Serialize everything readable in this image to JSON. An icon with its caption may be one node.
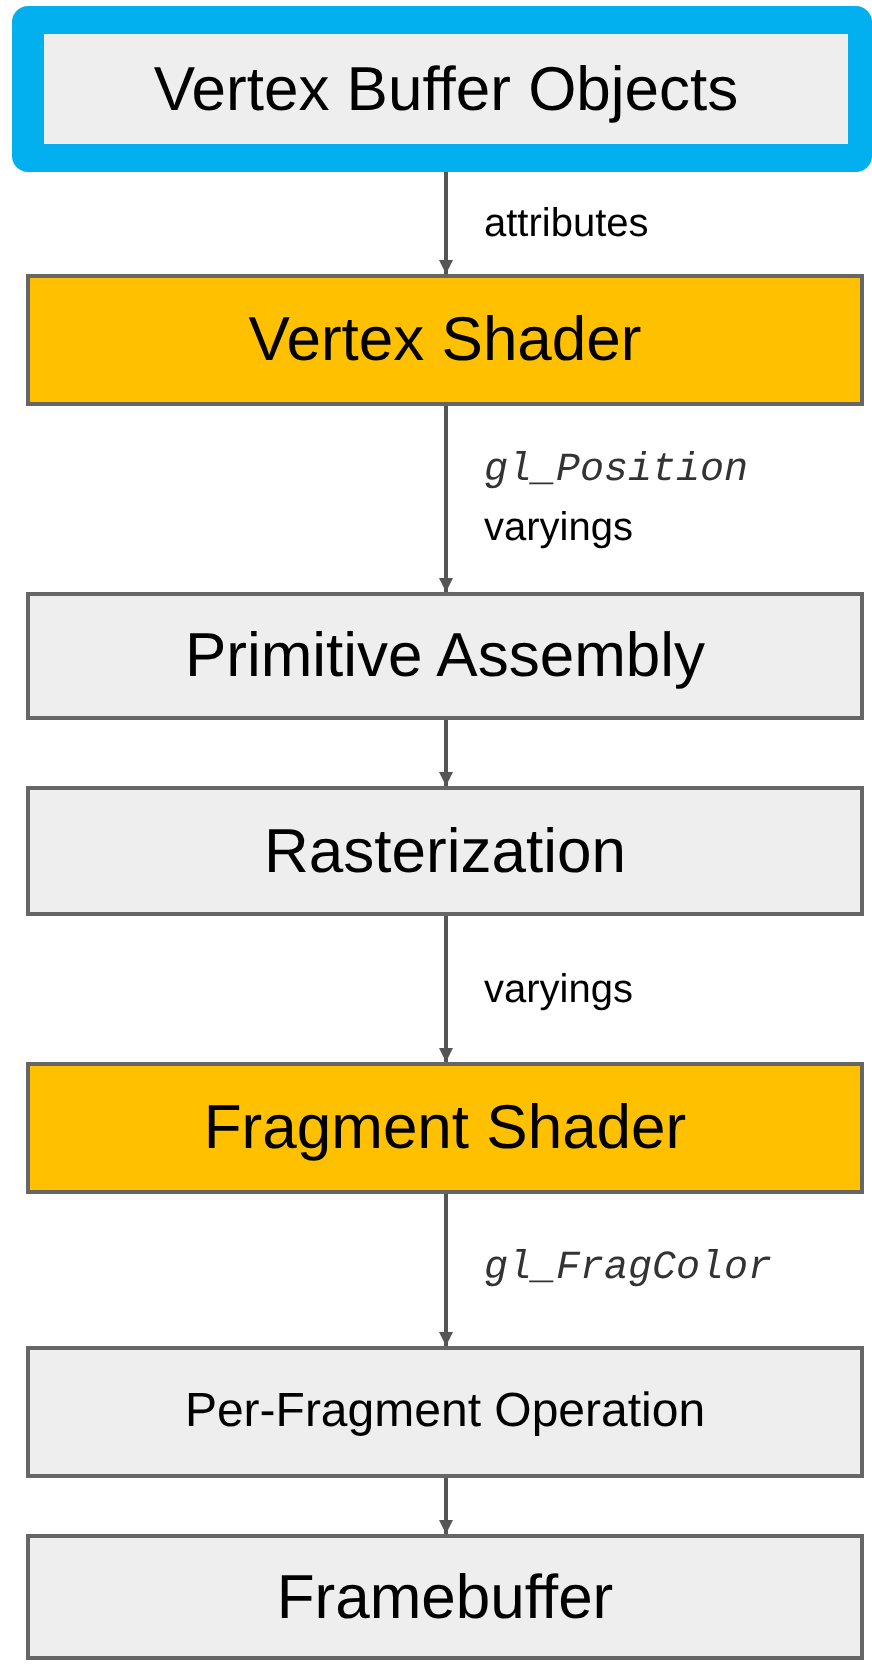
{
  "diagram": {
    "nodes": [
      {
        "text": [
          "Vertex Buffer Objects"
        ]
      },
      {
        "text": [
          "Vertex Shader"
        ]
      },
      {
        "text": [
          "Primitive Assembly"
        ]
      },
      {
        "text": [
          "Rasterization"
        ]
      },
      {
        "text": [
          "Fragment Shader"
        ]
      },
      {
        "text": [
          "Per-Fragment Operation"
        ]
      },
      {
        "text": [
          "Framebuffer"
        ]
      }
    ],
    "edges": [
      {
        "from": 0,
        "to": 1,
        "arrow": "to",
        "label": "attributes"
      },
      {
        "from": 1,
        "to": 2,
        "arrow": "to",
        "label": "*gl_Position* varyings"
      },
      {
        "from": 2,
        "to": 3,
        "arrow": "to"
      },
      {
        "from": 3,
        "to": 4,
        "arrow": "to",
        "label": "varyings"
      },
      {
        "from": 4,
        "to": 5,
        "arrow": "to",
        "label": "*gl_FragColor*"
      },
      {
        "from": 5,
        "to": 6,
        "arrow": "to"
      }
    ]
  }
}
